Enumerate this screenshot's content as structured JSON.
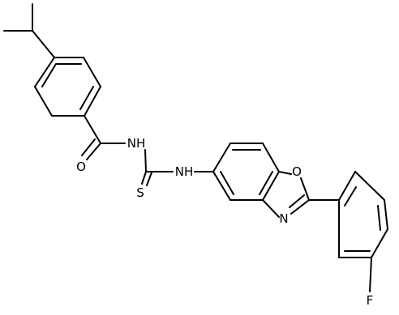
{
  "molecule": {
    "atoms": {
      "carbonyl_oxygen": "O",
      "amide_nitrogen": "NH",
      "thiourea_sulfur": "S",
      "thiourea_nitrogen": "NH",
      "ring_oxygen": "O",
      "ring_nitrogen": "N",
      "fluorine": "F"
    },
    "colors": {
      "bond": "#000000",
      "label": "#000000",
      "background": "#ffffff"
    }
  }
}
